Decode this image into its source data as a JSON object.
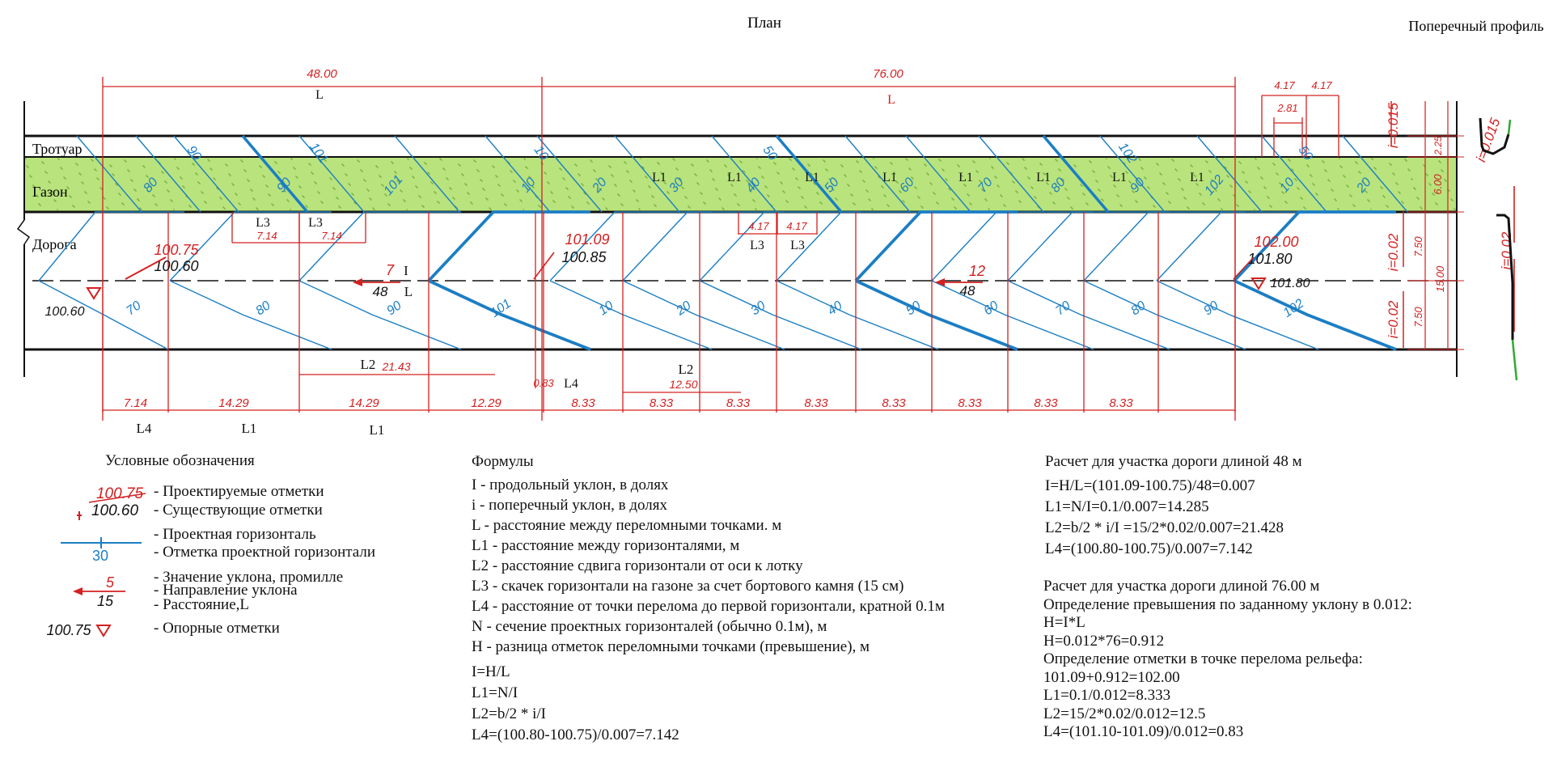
{
  "headings": {
    "plan": "План",
    "profile": "Поперечный профиль"
  },
  "zones": {
    "sidewalk": "Тротуар",
    "lawn": "Газон",
    "road": "Дорога"
  },
  "colors": {
    "red": "#d42020",
    "blue": "#1b7ec4",
    "lawn": "#b9e37c",
    "black": "#111111",
    "green": "#2faa2f"
  },
  "top_dims": [
    {
      "value": "48.00",
      "label": "L"
    },
    {
      "value": "76.00",
      "label": "L"
    }
  ],
  "curb_dims": [
    "4.17",
    "4.17",
    "2.81"
  ],
  "road_marks": {
    "design_1": "100.75",
    "exist_1": "100.60",
    "ref_1": "100.60",
    "design_2": "101.09",
    "exist_2": "100.85",
    "design_3": "102.00",
    "exist_3": "101.80",
    "ref_3": "101.80",
    "slope_1": "7",
    "dist_1": "48",
    "slope_2": "12",
    "dist_2": "48",
    "slope_sym": "I",
    "slope_L": "L",
    "l3_a": "7.14",
    "l3_b": "7.14",
    "l3_c": "4.17",
    "l3_d": "4.17",
    "l3_name": "L3",
    "l2_a": "21.43",
    "l2_b": "12.50",
    "l2_name": "L2",
    "l4_small": "0.83",
    "l4_name": "L4",
    "l1_name": "L1"
  },
  "contours": {
    "sidewalk": [
      "90",
      "101",
      "10",
      "50",
      "102",
      "50"
    ],
    "lawn": [
      "80",
      "90",
      "101",
      "10",
      "20",
      "30",
      "40",
      "50",
      "60",
      "70",
      "80",
      "90",
      "102",
      "10",
      "20"
    ],
    "road_bottom": [
      "70",
      "80",
      "90",
      "101",
      "10",
      "20",
      "30",
      "40",
      "50",
      "60",
      "70",
      "80",
      "90",
      "102"
    ]
  },
  "bottom_dims": [
    "7.14",
    "14.29",
    "14.29",
    "12.29",
    "8.33",
    "8.33",
    "8.33",
    "8.33",
    "8.33",
    "8.33",
    "8.33",
    "8.33"
  ],
  "bottom_labels": [
    "L4",
    "L1",
    "L1"
  ],
  "profile_marks": {
    "s1": "i=0.015",
    "s2": "i=0.02",
    "s3": "i=0.02",
    "w1": "2.25",
    "w2": "6.00",
    "w3": "7.50",
    "w4": "15.00",
    "w5": "7.50",
    "p1": "i=0.015",
    "p2": "i=0.02"
  },
  "legend": {
    "title": "Условные обозначения",
    "sample_design": "100.75",
    "sample_exist": "100.60",
    "sample_contour": "30",
    "sample_slope": "5",
    "sample_dist": "15",
    "sample_ref": "100.75",
    "items": [
      "- Проектируемые отметки",
      "- Существующие отметки",
      "- Проектная горизонталь",
      "- Отметка проектной горизонтали",
      "- Значение уклона, промилле",
      "- Направление уклона",
      "- Расстояние,L",
      "- Опорные отметки"
    ]
  },
  "formulas": {
    "title": "Формулы",
    "lines": [
      "I - продольный уклон, в долях",
      "i - поперечный уклон, в долях",
      "L - расстояние между переломными точками. м",
      "L1 - расстояние между горизонталями, м",
      "L2 - расстояние сдвига горизонтали от оси к лотку",
      "L3 - скачек горизонтали на газоне за счет бортового камня (15 см)",
      "L4 - расстояние от точки перелома до первой горизонтали, кратной 0.1м",
      "N - сечение проектных горизонталей (обычно 0.1м), м",
      "H - разница отметок переломными точками (превышение), м"
    ],
    "eqs": [
      "I=H/L",
      "L1=N/I",
      "L2=b/2 * i/I",
      "L4=(100.80-100.75)/0.007=7.142"
    ]
  },
  "calc48": {
    "title": "Расчет для участка дороги длиной 48 м",
    "lines": [
      "I=H/L=(101.09-100.75)/48=0.007",
      "L1=N/I=0.1/0.007=14.285",
      "L2=b/2 * i/I =15/2*0.02/0.007=21.428",
      "L4=(100.80-100.75)/0.007=7.142"
    ]
  },
  "calc76": {
    "title": "Расчет для участка дороги длиной 76.00 м",
    "lines": [
      "Определение превышения по заданному уклону в 0.012:",
      "H=I*L",
      "H=0.012*76=0.912",
      "Определение отметки в точке перелома рельефа:",
      "101.09+0.912=102.00",
      "L1=0.1/0.012=8.333",
      "L2=15/2*0.02/0.012=12.5",
      "L4=(101.10-101.09)/0.012=0.83"
    ]
  }
}
